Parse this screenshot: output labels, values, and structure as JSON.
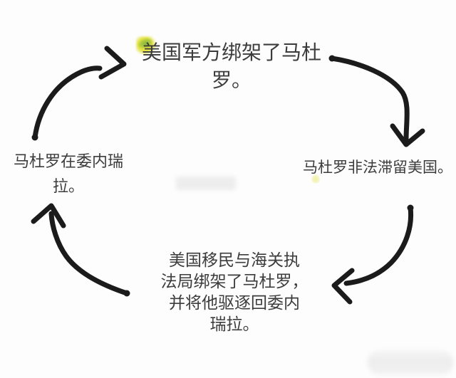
{
  "colors": {
    "background": "#fdfdfd",
    "text": "#3c3c3c",
    "arrow": "#1b1b1b",
    "highlight_yellow": "#e3e23e",
    "highlight_green": "#86b83e",
    "watermark": "#ededed"
  },
  "diagram": {
    "type": "cycle",
    "nodes": {
      "top": {
        "label": "美国军方绑架了马杜\n罗。"
      },
      "right": {
        "label": "马杜罗非法滞留美国。"
      },
      "bottom": {
        "label": "美国移民与海关执\n法局绑架了马杜罗，\n并将他驱逐回委内\n瑞拉。"
      },
      "left": {
        "label": "马杜罗在委内瑞\n拉。"
      }
    },
    "edges": [
      {
        "from": "left",
        "to": "top"
      },
      {
        "from": "top",
        "to": "right"
      },
      {
        "from": "right",
        "to": "bottom"
      },
      {
        "from": "bottom",
        "to": "left"
      }
    ]
  }
}
